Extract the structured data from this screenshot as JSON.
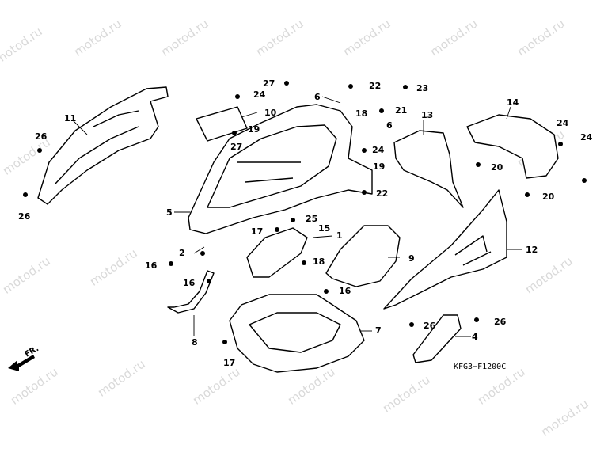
{
  "watermark_text": "motod.ru",
  "diagram_code": "KFG3−F1200C",
  "front_indicator": "FR.",
  "callouts": [
    "1",
    "2",
    "4",
    "5",
    "6",
    "6",
    "7",
    "8",
    "9",
    "10",
    "11",
    "12",
    "13",
    "14",
    "15",
    "16",
    "16",
    "16",
    "17",
    "17",
    "18",
    "18",
    "19",
    "19",
    "20",
    "20",
    "21",
    "22",
    "22",
    "23",
    "24",
    "24",
    "24",
    "24",
    "25",
    "26",
    "26",
    "26",
    "26",
    "27",
    "27"
  ]
}
